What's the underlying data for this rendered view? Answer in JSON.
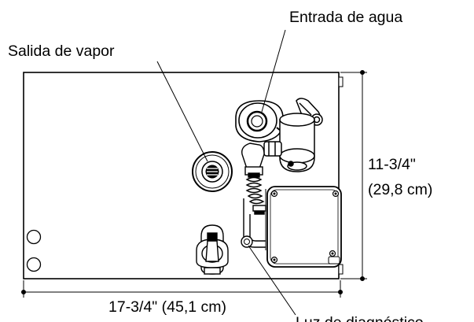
{
  "labels": {
    "water_inlet": "Entrada de agua",
    "steam_outlet": "Salida de vapor",
    "height_in": "11-3/4\"",
    "height_cm": "(29,8 cm)",
    "width": "17-3/4\" (45,1 cm)",
    "diagnostic_light": "Luz de diagnóstico"
  },
  "colors": {
    "line": "#000000",
    "fill": "#ffffff",
    "shade": "#d9d9d9"
  }
}
